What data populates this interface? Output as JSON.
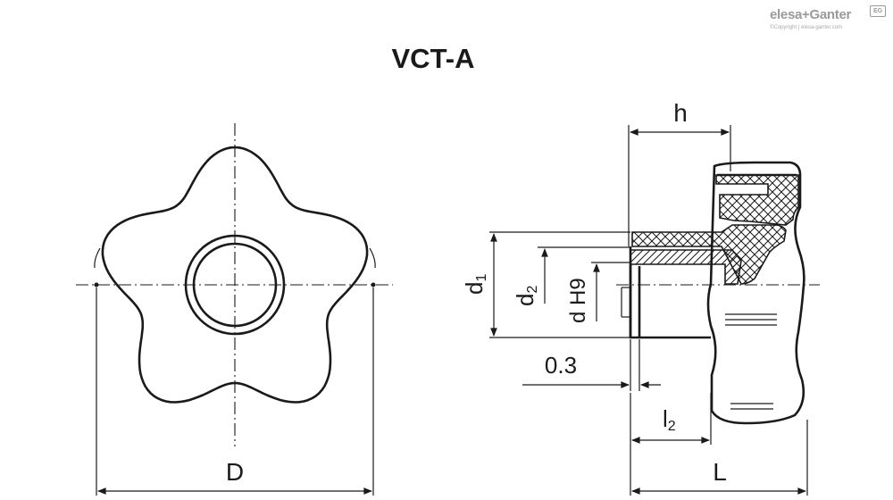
{
  "brand": {
    "logo_text": "elesa+Ganter",
    "badge_text": "EG",
    "copyright": "©Copyright | elesa-ganter.com"
  },
  "title": "VCT-A",
  "dimensions": {
    "diameter": "D",
    "height": "h",
    "length": "L",
    "d1": "d",
    "d1_sub": "1",
    "d2": "d",
    "d2_sub": "2",
    "bore": "d H9",
    "offset": "0.3",
    "l2": "l",
    "l2_sub": "2"
  },
  "colors": {
    "line": "#1a1a1a",
    "brand": "#9a9a9a"
  }
}
